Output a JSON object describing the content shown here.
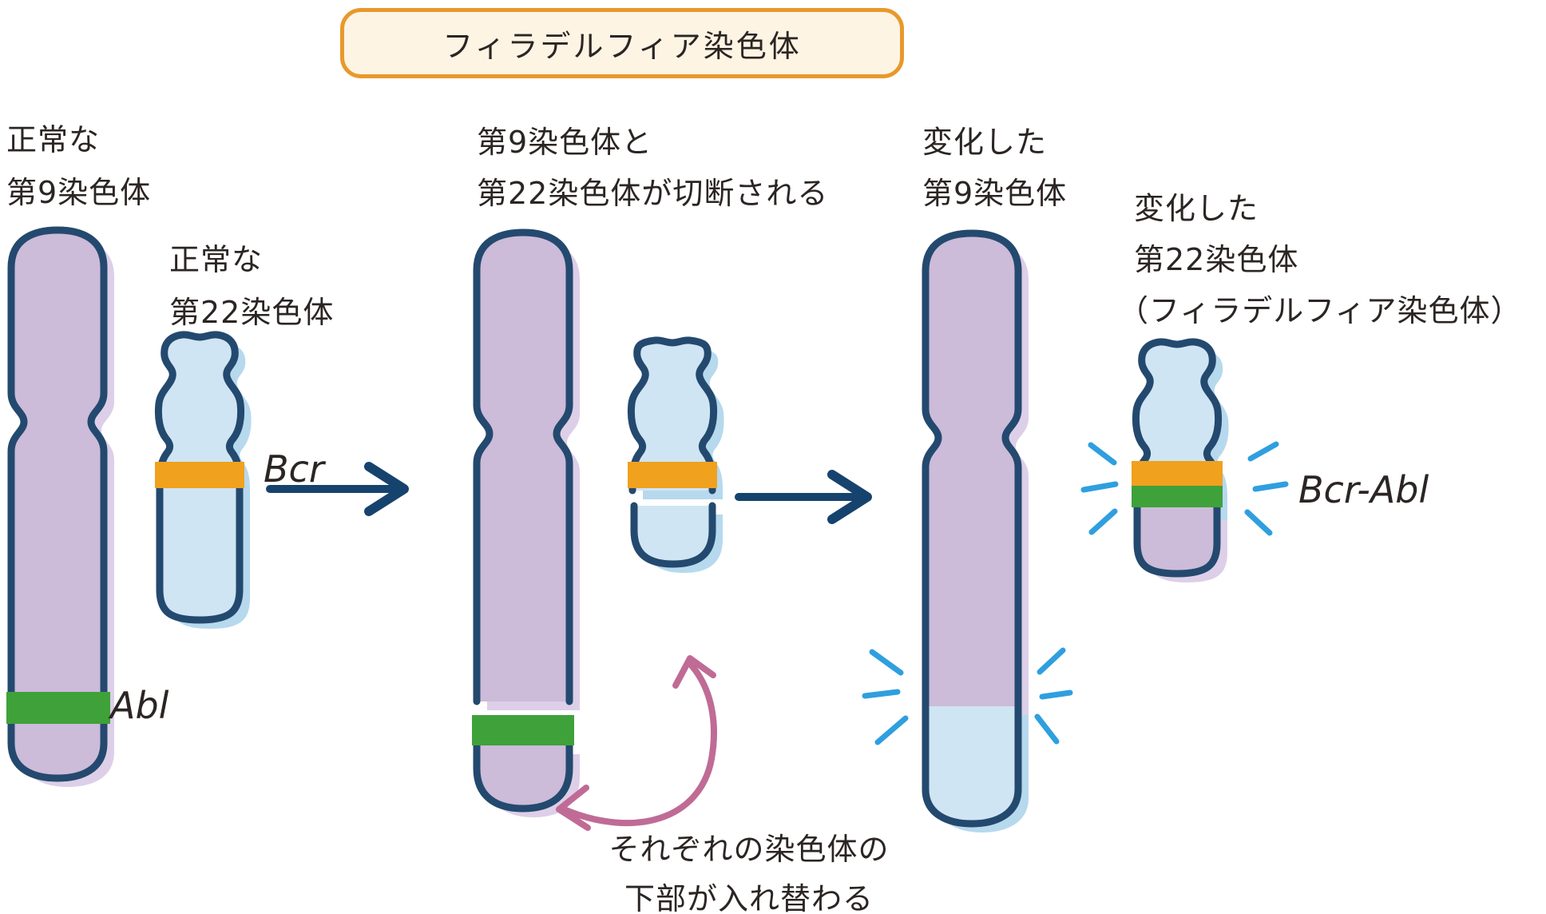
{
  "title": "フィラデルフィア染色体",
  "labels": {
    "normal_chr9_line1": "正常な",
    "normal_chr9_line2": "第9染色体",
    "normal_chr22_line1": "正常な",
    "normal_chr22_line2": "第22染色体",
    "cut_heading_line1": "第9染色体と",
    "cut_heading_line2": "第22染色体が切断される",
    "changed_chr9_line1": "変化した",
    "changed_chr9_line2": "第9染色体",
    "changed_chr22_line1": "変化した",
    "changed_chr22_line2": "第22染色体",
    "changed_chr22_line3": "（フィラデルフィア染色体）",
    "swap_note_line1": "それぞれの染色体の",
    "swap_note_line2": "下部が入れ替わる",
    "gene_bcr": "Bcr",
    "gene_abl": "Abl",
    "gene_bcr_abl": "Bcr-Abl"
  },
  "colors": {
    "purple_fill": "#ccbbd9",
    "purple_shadow": "#ddcfe8",
    "blue_fill": "#cfe5f3",
    "blue_shadow": "#b6d9ee",
    "outline_navy": "#24496f",
    "arrow_navy": "#16436e",
    "band_orange": "#f0a11e",
    "band_green": "#3fa13a",
    "swap_pink": "#c06b95",
    "emphasis_blue": "#2f9fdf",
    "title_border": "#e8992b",
    "title_bg": "#fdf4e4",
    "text": "#2b2523"
  }
}
